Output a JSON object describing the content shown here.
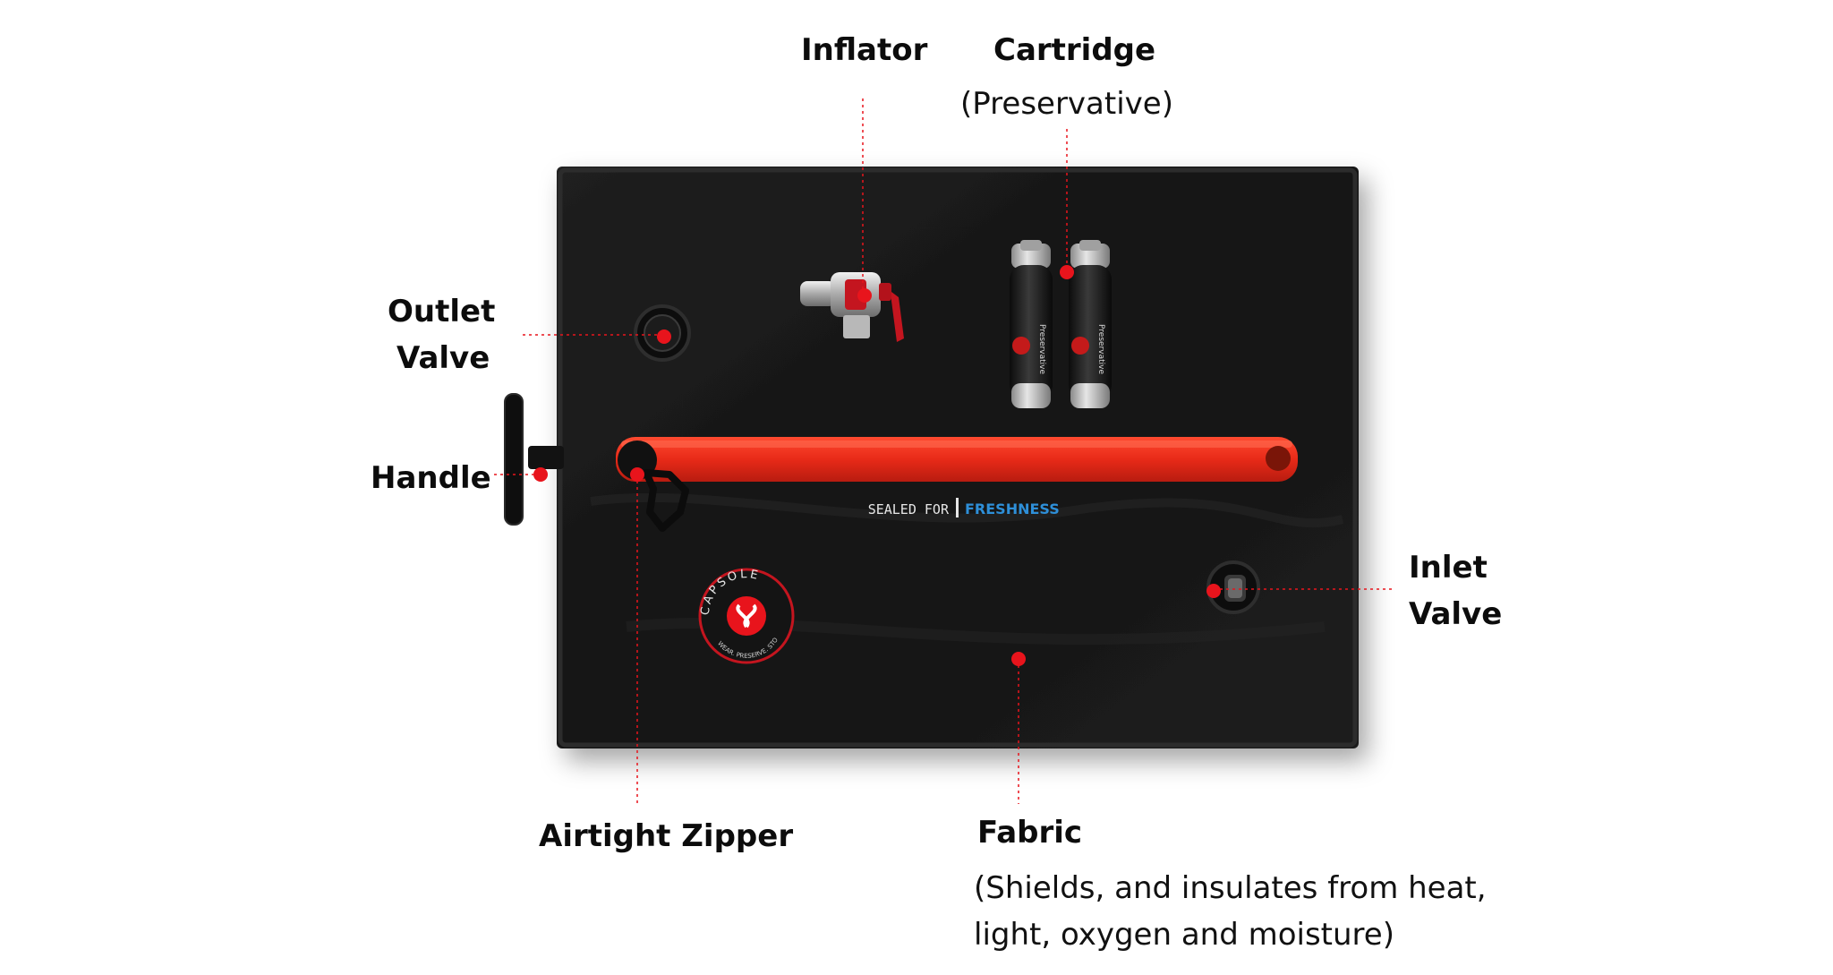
{
  "labels": {
    "inflator": "Inflator",
    "cartridge": "Cartridge",
    "cartridge_note": "(Preservative)",
    "outlet_valve_line1": "Outlet",
    "outlet_valve_line2": "Valve",
    "handle": "Handle",
    "inlet_valve_line1": "Inlet",
    "inlet_valve_line2": "Valve",
    "airtight_zipper": "Airtight Zipper",
    "fabric": "Fabric",
    "fabric_note_line1": "(Shields, and insulates from heat,",
    "fabric_note_line2": "light, oxygen and moisture)"
  },
  "bag": {
    "print_left": "SEALED FOR",
    "print_right": "FRESHNESS",
    "logo_brand": "CAPSOLE",
    "logo_tagline": "WEAR. PRESERVE. STORE"
  },
  "cartridge_print": "Preservative",
  "colors": {
    "accent_red": "#e8141c",
    "zipper_red": "#f0301e",
    "bag_black": "#1a1a1a",
    "freshness_blue": "#2e8fd8"
  }
}
